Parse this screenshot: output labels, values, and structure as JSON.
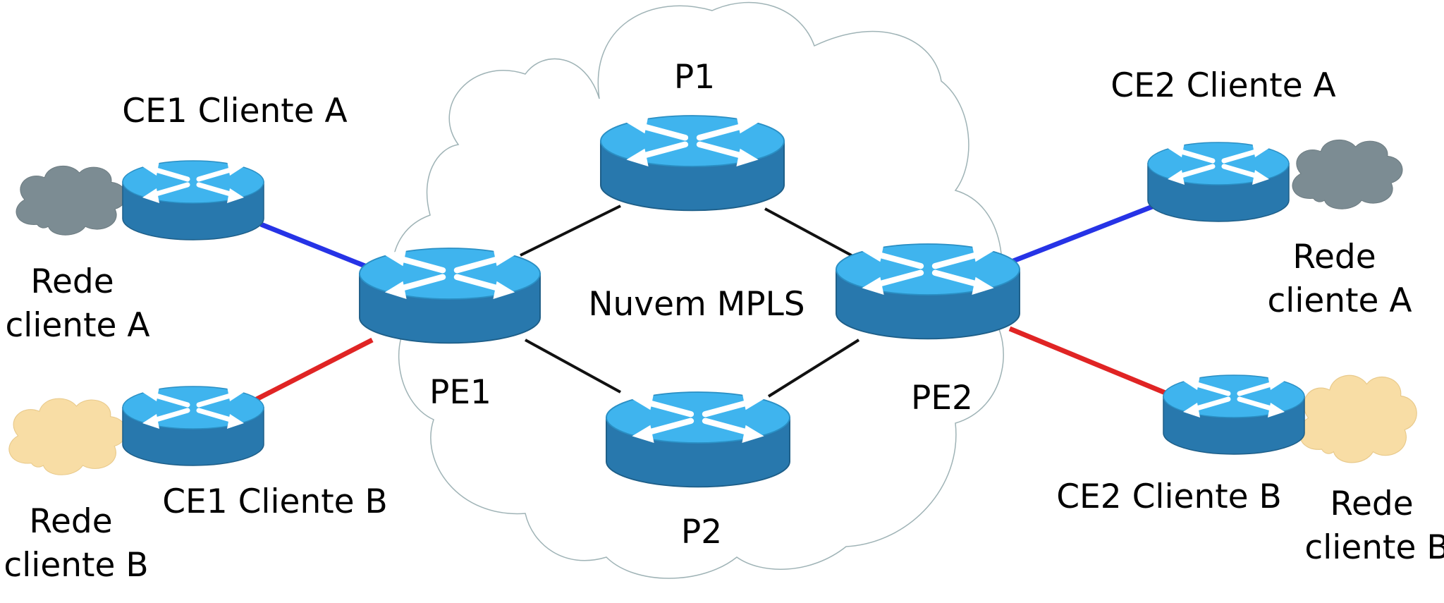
{
  "cloud_label": "Nuvem MPLS",
  "routers": {
    "P1": "P1",
    "P2": "P2",
    "PE1": "PE1",
    "PE2": "PE2",
    "CE1A": "CE1 Cliente A",
    "CE1B": "CE1 Cliente B",
    "CE2A": "CE2 Cliente A",
    "CE2B": "CE2 Cliente B"
  },
  "networks": {
    "left_a": [
      "Rede",
      "cliente A"
    ],
    "left_b": [
      "Rede",
      "cliente B"
    ],
    "right_a": [
      "Rede",
      "cliente A"
    ],
    "right_b": [
      "Rede",
      "cliente B"
    ]
  },
  "colors": {
    "cliente_a_link": "#2633e6",
    "cliente_b_link": "#e02424",
    "backbone_link": "#111111",
    "router_top": "#3fb4ee",
    "router_side": "#2878ad",
    "cloud_a": "#7c8c93",
    "cloud_b": "#f8dda5",
    "mpls_cloud_stroke": "#9fb3b6"
  },
  "icons": {
    "router": "router-icon",
    "client_cloud": "cloud-icon"
  }
}
